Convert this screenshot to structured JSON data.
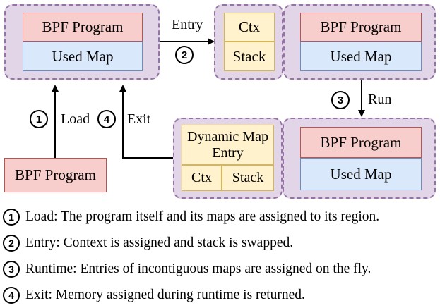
{
  "diagram": {
    "top_left": {
      "program": "BPF Program",
      "map": "Used Map"
    },
    "entry_region": {
      "ctx": "Ctx",
      "stack": "Stack"
    },
    "top_right": {
      "program": "BPF Program",
      "map": "Used Map"
    },
    "bottom_right": {
      "program": "BPF Program",
      "map": "Used Map"
    },
    "dynamic_region": {
      "title": "Dynamic Map Entry",
      "ctx": "Ctx",
      "stack": "Stack"
    },
    "source_program": "BPF Program",
    "edges": {
      "entry": {
        "num": "2",
        "label": "Entry"
      },
      "run": {
        "num": "3",
        "label": "Run"
      },
      "load": {
        "num": "1",
        "label": "Load"
      },
      "exit": {
        "num": "4",
        "label": "Exit"
      }
    }
  },
  "legend": [
    {
      "num": "1",
      "text": "Load: The program itself and its maps are assigned to its region."
    },
    {
      "num": "2",
      "text": "Entry: Context is assigned and stack is swapped."
    },
    {
      "num": "3",
      "text": "Runtime: Entries of incontiguous maps are assigned on the fly."
    },
    {
      "num": "4",
      "text": "Exit: Memory assigned during runtime is returned."
    }
  ],
  "colors": {
    "region_fill": "#e1d5e7",
    "region_border": "#9673a6",
    "program_fill": "#f8cecc",
    "program_border": "#b85450",
    "map_fill": "#dae8fc",
    "map_border": "#6c8ebf",
    "stack_fill": "#fff2cc",
    "stack_border": "#d6b656"
  }
}
